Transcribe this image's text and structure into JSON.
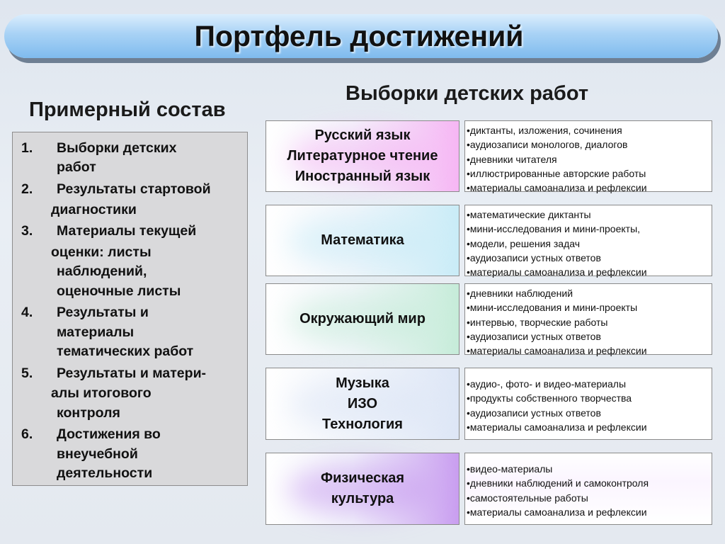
{
  "title": "Портфель достижений",
  "left_heading": "Примерный состав",
  "right_heading": "Выборки детских работ",
  "list_lines": [
    {
      "num": "1.",
      "text": "Выборки детских"
    },
    {
      "num": "",
      "text": "работ"
    },
    {
      "num": "2.",
      "text": "Результаты стартовой"
    },
    {
      "num": "",
      "text": "диагностики"
    },
    {
      "num": "3.",
      "text": "Материалы текущей"
    },
    {
      "num": "",
      "text": "оценки: листы"
    },
    {
      "num": "",
      "text": "наблюдений,"
    },
    {
      "num": "",
      "text": "оценочные листы"
    },
    {
      "num": "4.",
      "text": "Результаты и"
    },
    {
      "num": "",
      "text": "материалы"
    },
    {
      "num": "",
      "text": "тематических работ"
    },
    {
      "num": "5.",
      "text": "Результаты и матери-"
    },
    {
      "num": "",
      "text": "алы итогового"
    },
    {
      "num": "",
      "text": "контроля"
    },
    {
      "num": "6.",
      "text": "Достижения во"
    },
    {
      "num": "",
      "text": "внеучебной"
    },
    {
      "num": "",
      "text": "деятельности"
    }
  ],
  "subjects": [
    {
      "name": "Русский язык\nЛитературное чтение\nИностранный язык",
      "accent": "#f6b6f4",
      "items": [
        "•диктанты, изложения, сочинения",
        "•аудиозаписи монологов, диалогов",
        "•дневники читателя",
        "•иллюстрированные авторские работы",
        "•материалы самоанализа и рефлексии"
      ]
    },
    {
      "name": "Математика",
      "accent": "#c9ecf7",
      "items": [
        "•математические диктанты",
        "•мини-исследования и мини-проекты,",
        "•модели, решения задач",
        "•аудиозаписи устных ответов",
        "•материалы самоанализа и рефлексии"
      ]
    },
    {
      "name": "Окружающий мир",
      "accent": "#c6ecd9",
      "items": [
        "•дневники наблюдений",
        "•мини-исследования и мини-проекты",
        "•интервью, творческие работы",
        "•аудиозаписи устных ответов",
        "•материалы самоанализа и рефлексии"
      ]
    },
    {
      "name": "Музыка\nИЗО\nТехнология",
      "accent": "#dde6f6",
      "items": [
        "•аудио-, фото- и видео-материалы",
        "•продукты собственного творчества",
        "•аудиозаписи устных ответов",
        "•материалы самоанализа и рефлексии"
      ]
    },
    {
      "name": "Физическая\nкультура",
      "accent": "#c99ef0",
      "items": [
        "•видео-материалы",
        "•дневники наблюдений и самоконтроля",
        "•самостоятельные работы",
        "•материалы самоанализа и рефлексии"
      ]
    }
  ]
}
